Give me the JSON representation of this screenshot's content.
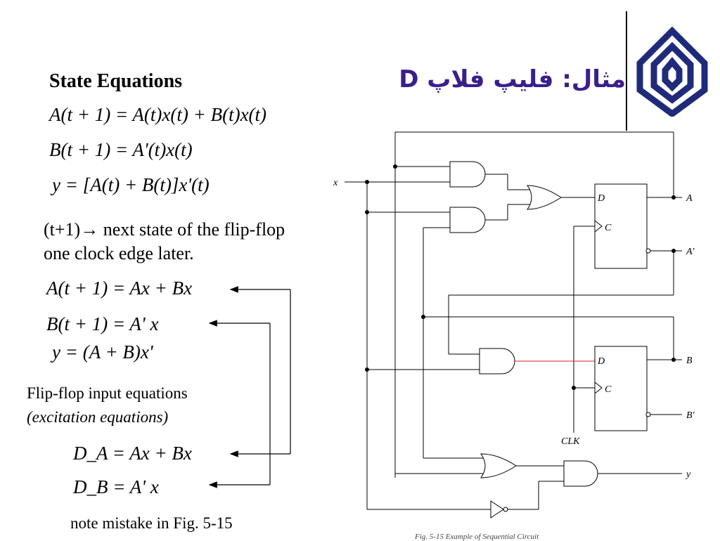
{
  "slide": {
    "title": "مثال: فلیپ فلاپ D",
    "heading": "State Equations",
    "state_eqs": [
      "A(t + 1) = A(t)x(t) + B(t)x(t)",
      "B(t + 1) = A'(t)x(t)",
      "y = [A(t) + B(t)]x'(t)"
    ],
    "note_line1": "(t+1)→ next state of the flip-flop",
    "note_line2": "one clock edge later.",
    "short_eqs": [
      "A(t + 1) = Ax + Bx",
      "B(t + 1) = A' x",
      "y = (A + B)x'"
    ],
    "input_eq_label": "Flip-flop input equations",
    "excitation_label": "(excitation equations)",
    "d_eqs": [
      "D_A = Ax + Bx",
      "D_B = A' x"
    ],
    "footnote": "note mistake in Fig. 5-15",
    "caption": "Fig. 5-15 Example of Sequential Circuit"
  },
  "circuit": {
    "input_label": "x",
    "clock_label": "CLK",
    "ff_a": {
      "d": "D",
      "c": "C",
      "q": "A",
      "qn": "A'"
    },
    "ff_b": {
      "d": "D",
      "c": "C",
      "q": "B",
      "qn": "B'"
    },
    "output_label": "y",
    "highlight_color": "#e02020"
  },
  "colors": {
    "title": "#3a1f8c",
    "logo": "#1f2a7a"
  }
}
